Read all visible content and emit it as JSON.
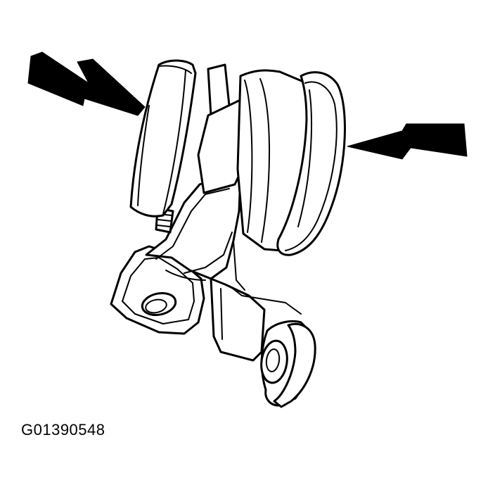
{
  "figure": {
    "id_label": "G01390548",
    "line_color": "#000000",
    "background_color": "#ffffff"
  },
  "parts": [
    "left-bushing",
    "right-bushing",
    "mount-bracket",
    "small-bushing",
    "left-arrow",
    "right-arrow"
  ]
}
